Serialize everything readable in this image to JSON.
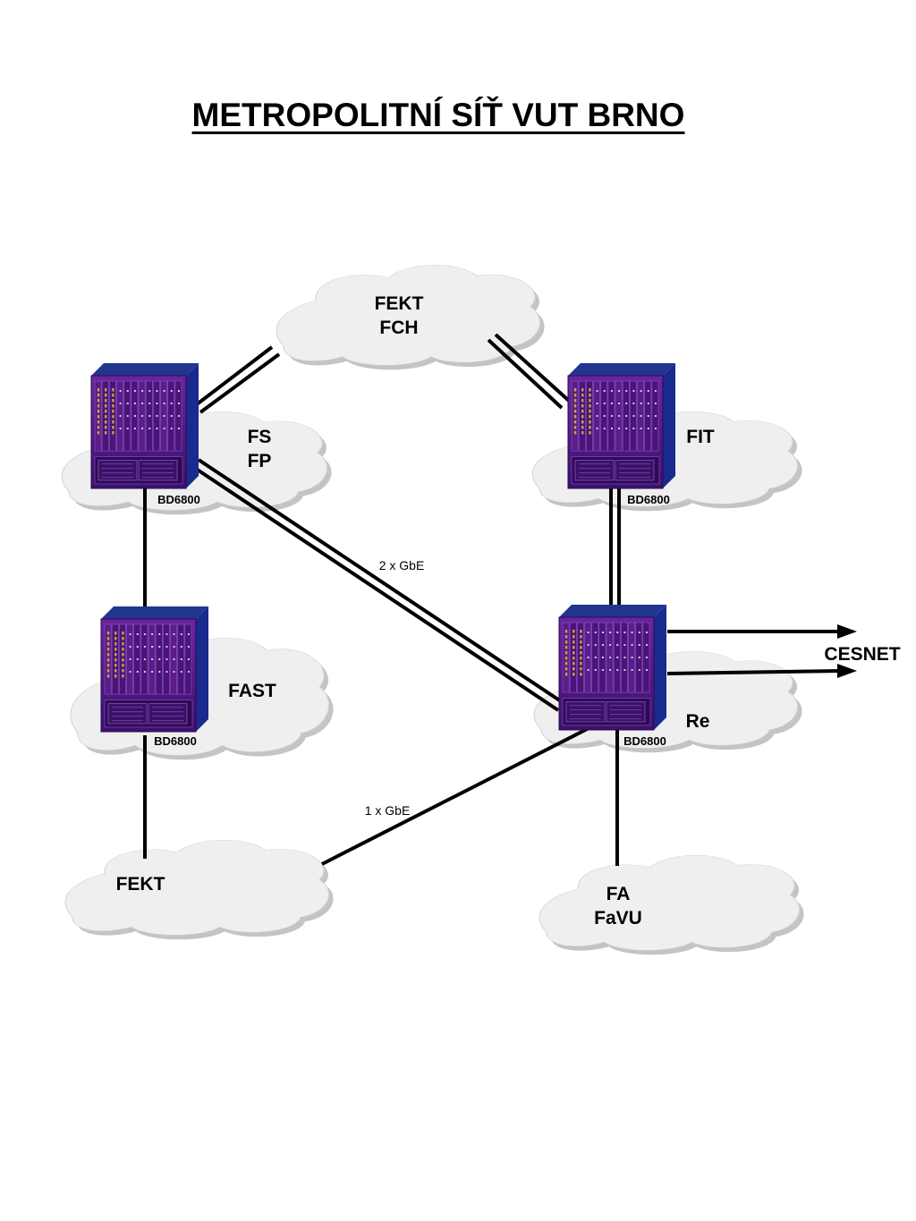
{
  "title": "METROPOLITNÍ SÍŤ VUT BRNO",
  "colors": {
    "cloud_fill": "#efefef",
    "cloud_shadow": "#c4c4c4",
    "device_front": "#5a1a8c",
    "device_side": "#1a2a8e",
    "device_top": "#22358f",
    "link": "#000000"
  },
  "clouds": {
    "fekt_fch": [
      "FEKT",
      "FCH"
    ],
    "fs_fp": [
      "FS",
      "FP"
    ],
    "fit": [
      "FIT"
    ],
    "fast": [
      "FAST"
    ],
    "re": [
      "Re"
    ],
    "fekt": [
      "FEKT"
    ],
    "fa_favu": [
      "FA",
      "FaVU"
    ]
  },
  "devices": {
    "sw_fs": "BD6800",
    "sw_fit": "BD6800",
    "sw_fast": "BD6800",
    "sw_re": "BD6800"
  },
  "links": {
    "double_label": "2 x GbE",
    "single_label": "1 x GbE"
  },
  "external": {
    "label": "CESNET"
  }
}
